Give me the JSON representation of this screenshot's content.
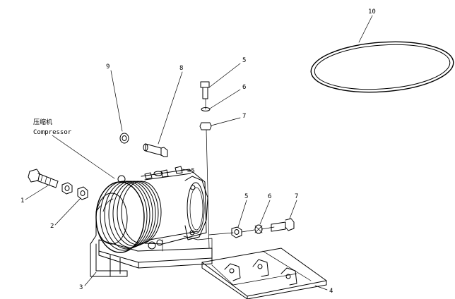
{
  "callouts": {
    "c1": "1",
    "c2": "2",
    "c3": "3",
    "c4": "4",
    "c5a": "5",
    "c5b": "5",
    "c6a": "6",
    "c6b": "6",
    "c7a": "7",
    "c7b": "7",
    "c8": "8",
    "c9": "9",
    "c10": "10"
  },
  "compressor_label": {
    "chinese": "压缩机",
    "english": "Compressor"
  }
}
